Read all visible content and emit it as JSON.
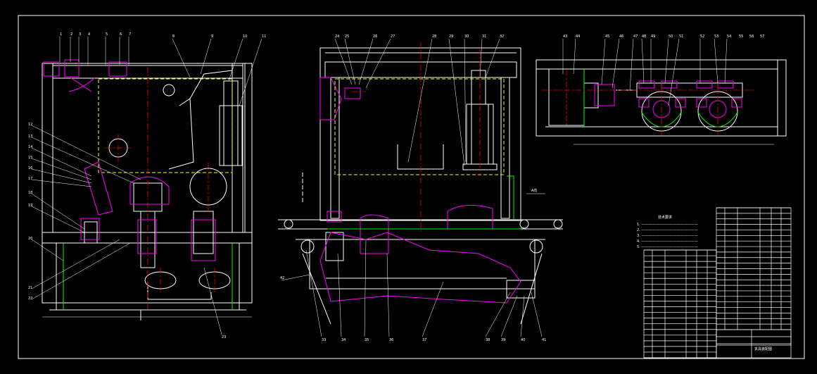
{
  "colors": {
    "background": "#000000",
    "frame": "#ffffff",
    "part": "#ffffff",
    "hatch": "#ff00ff",
    "center": "#ff0000",
    "hidden": "#ffff00",
    "aux": "#00ff00",
    "leader": "#ffffff"
  },
  "views": {
    "front": {
      "name": "front-view",
      "balloons": [
        "1",
        "2",
        "3",
        "4",
        "5",
        "6",
        "7",
        "8",
        "9",
        "10",
        "11",
        "12",
        "13",
        "14",
        "15",
        "16",
        "17",
        "18",
        "19",
        "20",
        "21",
        "22",
        "23"
      ]
    },
    "side": {
      "name": "side-view",
      "balloons": [
        "24",
        "25",
        "26",
        "27",
        "28",
        "29",
        "30",
        "31",
        "32",
        "33",
        "34",
        "35",
        "36",
        "37",
        "38",
        "39",
        "40",
        "41",
        "42"
      ]
    },
    "top": {
      "name": "top-view",
      "balloons": [
        "43",
        "44",
        "45",
        "46",
        "47",
        "48",
        "49",
        "50",
        "51",
        "52",
        "53",
        "54",
        "55",
        "56",
        "57"
      ]
    }
  },
  "notes": {
    "title": "技术要求",
    "lines": [
      "1. ————————————————",
      "2. ————————————————",
      "3. ————————————————",
      "4. ————————————————",
      "5. ————————————————"
    ]
  },
  "parts_list": {
    "rows": 22
  },
  "title_block": {
    "name": "夹具装配图"
  },
  "view_label": "A向"
}
